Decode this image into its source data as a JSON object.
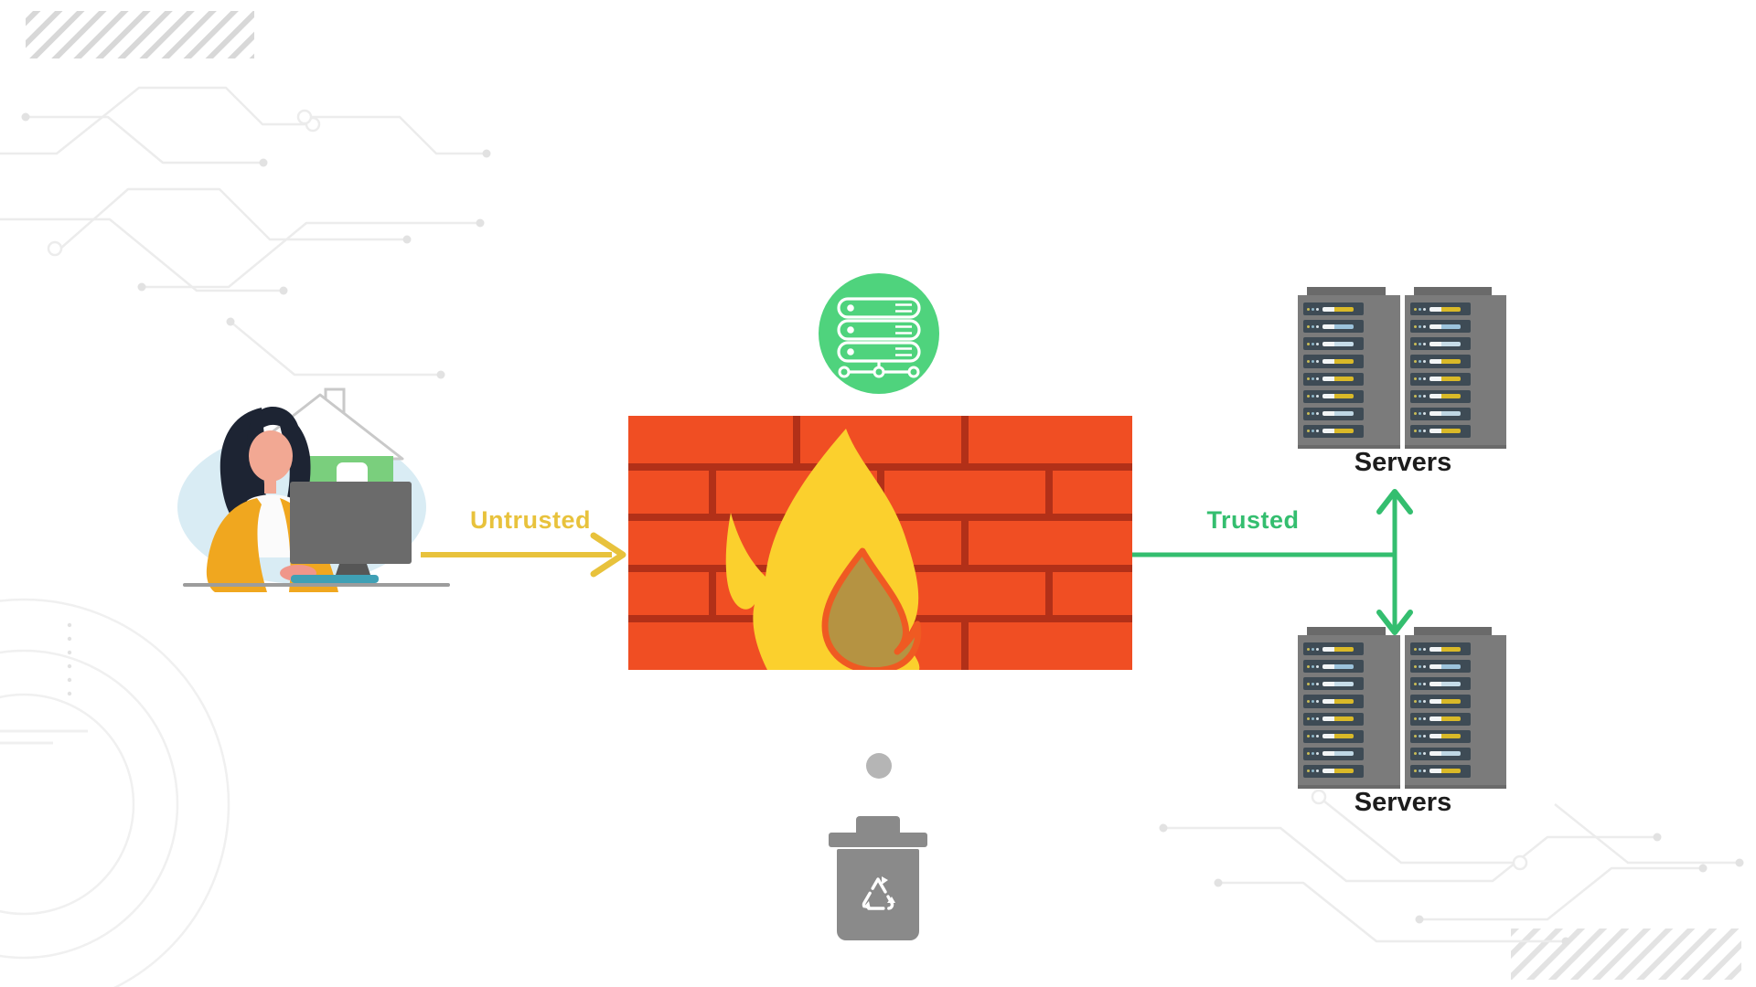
{
  "labels": {
    "untrusted": "Untrusted",
    "trusted": "Trusted"
  },
  "racks": [
    {
      "label": "Servers"
    },
    {
      "label": "Servers"
    }
  ],
  "servers": {
    "cabinets_per_rack": 2,
    "units_per_cabinet": 8,
    "unit_dot_colors": [
      "#C9BB55",
      "#8FB7C9",
      "#D8E2E8"
    ],
    "unit_bar_colors": [
      "#D9B928",
      "#9CC3DC",
      "#C6DCE8",
      "#D9B928",
      "#D9B928",
      "#D9B928",
      "#BFD7E4",
      "#D9B928"
    ]
  },
  "colors": {
    "untrusted": "#E8C23C",
    "trusted": "#34BE6F",
    "brick": "#F04E23",
    "mortar": "#B23018",
    "flame": "#FBD02D",
    "flame_inner": "#B59342",
    "flame_edge": "#EF5A22",
    "green_icon": "#4FD37D",
    "rack_gray": "#7B7B7B",
    "rack_dark": "#6A6A6A",
    "unit_slate": "#3E4B55",
    "trash": "#8A8A8A",
    "dot_gray": "#B5B5B5",
    "label_dark": "#1C1C1C",
    "blob": "#D9ECF4",
    "house_green": "#7ACF7D",
    "house_line": "#C9C9C9",
    "hair": "#1D2433",
    "skin": "#F2A893",
    "hand": "#F0968A",
    "cardigan": "#F0A71F",
    "shirt": "#FBFBFB",
    "monitor": "#6B6B6B",
    "stand": "#565656",
    "teal": "#3FA0B5",
    "desk": "#9C9C9C",
    "deco_line": "#ECECEC",
    "deco_dot": "#E2E2E2",
    "deco_stripe_tl": "#D8D8D8",
    "deco_stripe_br": "#E3E3E3",
    "deco_circle": "#F0F0F0"
  }
}
